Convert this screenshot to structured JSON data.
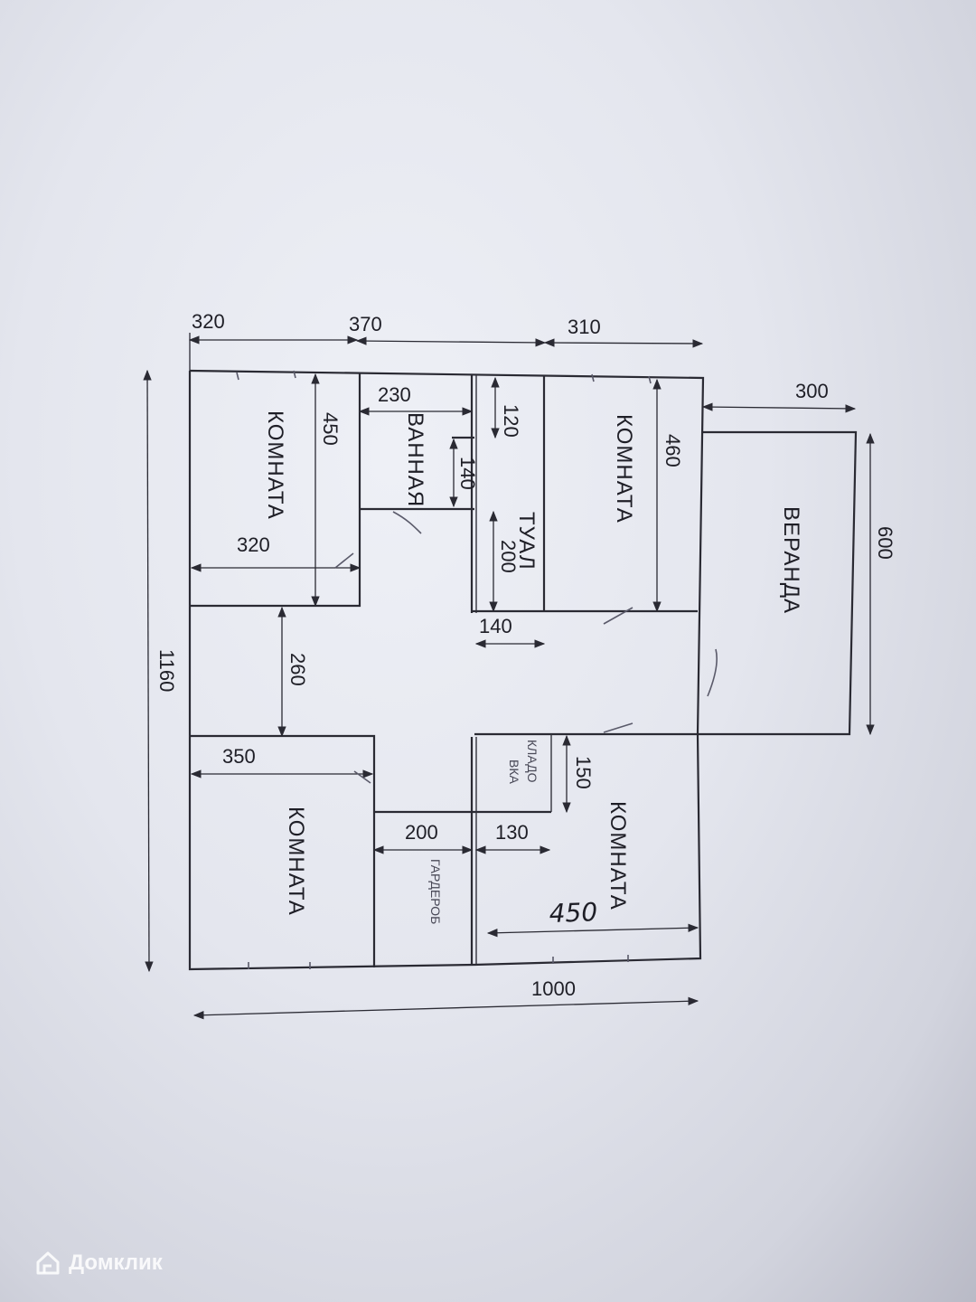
{
  "plan": {
    "dims_top": [
      "320",
      "370",
      "310"
    ],
    "veranda_width": "300",
    "veranda_height": "600",
    "total_height": "1160",
    "total_width": "1000",
    "rooms": {
      "room_top_left": {
        "name": "КОМНАТА",
        "depth": "450",
        "width": "320"
      },
      "bathroom": {
        "name": "ВАННАЯ",
        "width": "230",
        "depth": "140",
        "strip": "120"
      },
      "toilet": {
        "name": "ТУАЛ",
        "length": "200",
        "width": "140"
      },
      "room_top_right": {
        "name": "КОМНАТА",
        "depth": "460"
      },
      "veranda": {
        "name": "ВЕРАНДА"
      },
      "hallway": {
        "width": "260"
      },
      "room_bottom_left": {
        "name": "КОМНАТА",
        "width": "350"
      },
      "wardrobe": {
        "name": "ГАРДЕРОБ",
        "width": "200"
      },
      "pantry": {
        "name_line1": "КЛАДО",
        "name_line2": "ВКА",
        "depth": "150",
        "width": "130"
      },
      "room_bottom_right": {
        "name": "КОМНАТА",
        "handwritten_width": "450"
      }
    }
  },
  "watermark": {
    "text": "Домклик"
  }
}
